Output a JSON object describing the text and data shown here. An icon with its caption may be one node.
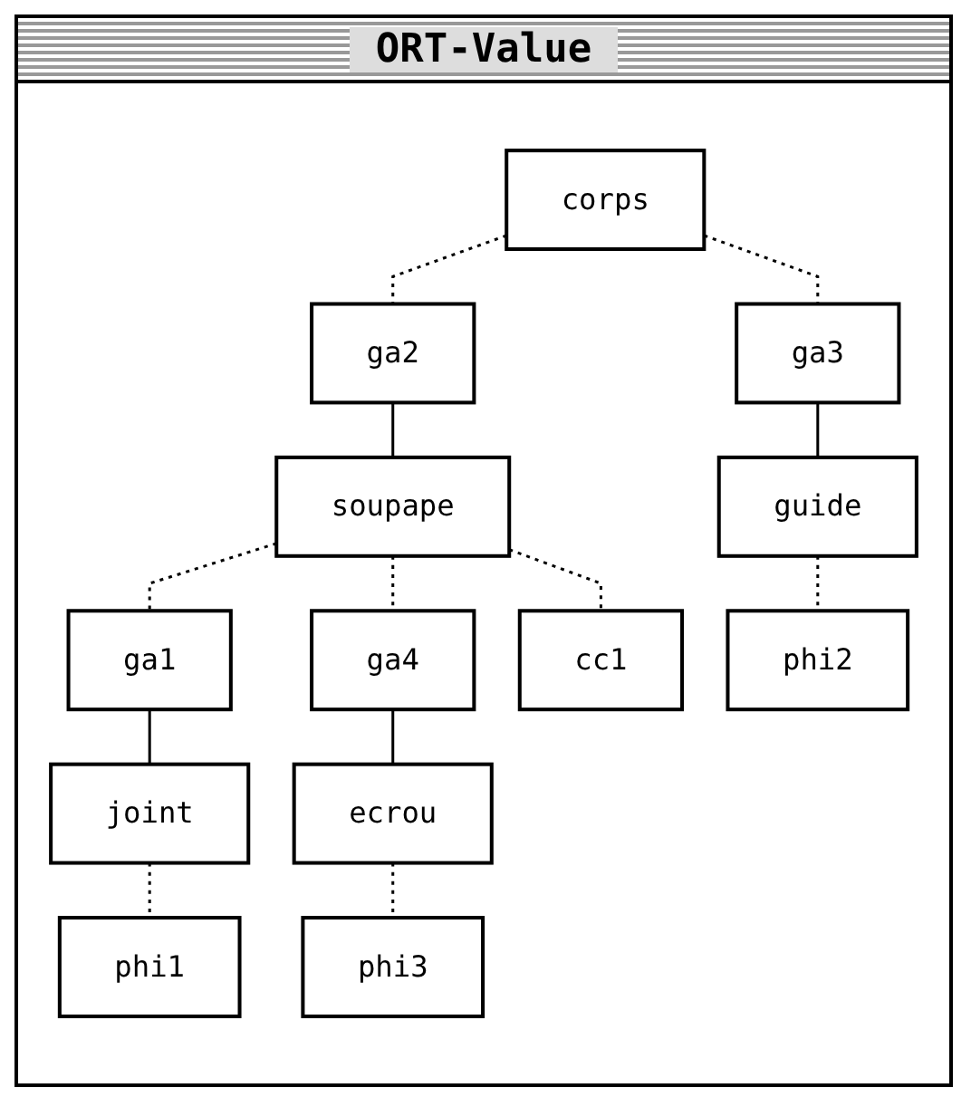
{
  "diagram": {
    "title": "ORT-Value",
    "nodes": [
      {
        "text": [
          "corps"
        ]
      },
      {
        "text": [
          "ga2"
        ]
      },
      {
        "text": [
          "ga3"
        ]
      },
      {
        "text": [
          "soupape"
        ]
      },
      {
        "text": [
          "guide"
        ]
      },
      {
        "text": [
          "ga1"
        ]
      },
      {
        "text": [
          "ga4"
        ]
      },
      {
        "text": [
          "cc1"
        ]
      },
      {
        "text": [
          "phi2"
        ]
      },
      {
        "text": [
          "joint"
        ]
      },
      {
        "text": [
          "ecrou"
        ]
      },
      {
        "text": [
          "phi1"
        ]
      },
      {
        "text": [
          "phi3"
        ]
      }
    ],
    "edges": [
      {
        "from": 0,
        "to": 1,
        "arrow": "none",
        "style": "dashed"
      },
      {
        "from": 0,
        "to": 2,
        "arrow": "none",
        "style": "dashed"
      },
      {
        "from": 1,
        "to": 3,
        "arrow": "none"
      },
      {
        "from": 2,
        "to": 4,
        "arrow": "none"
      },
      {
        "from": 3,
        "to": 5,
        "arrow": "none",
        "style": "dashed"
      },
      {
        "from": 3,
        "to": 6,
        "arrow": "none",
        "style": "dashed"
      },
      {
        "from": 3,
        "to": 7,
        "arrow": "none",
        "style": "dashed"
      },
      {
        "from": 4,
        "to": 8,
        "arrow": "none",
        "style": "dashed"
      },
      {
        "from": 5,
        "to": 9,
        "arrow": "none"
      },
      {
        "from": 6,
        "to": 10,
        "arrow": "none"
      },
      {
        "from": 9,
        "to": 11,
        "arrow": "none",
        "style": "dashed"
      },
      {
        "from": 10,
        "to": 12,
        "arrow": "none",
        "style": "dashed"
      }
    ]
  }
}
